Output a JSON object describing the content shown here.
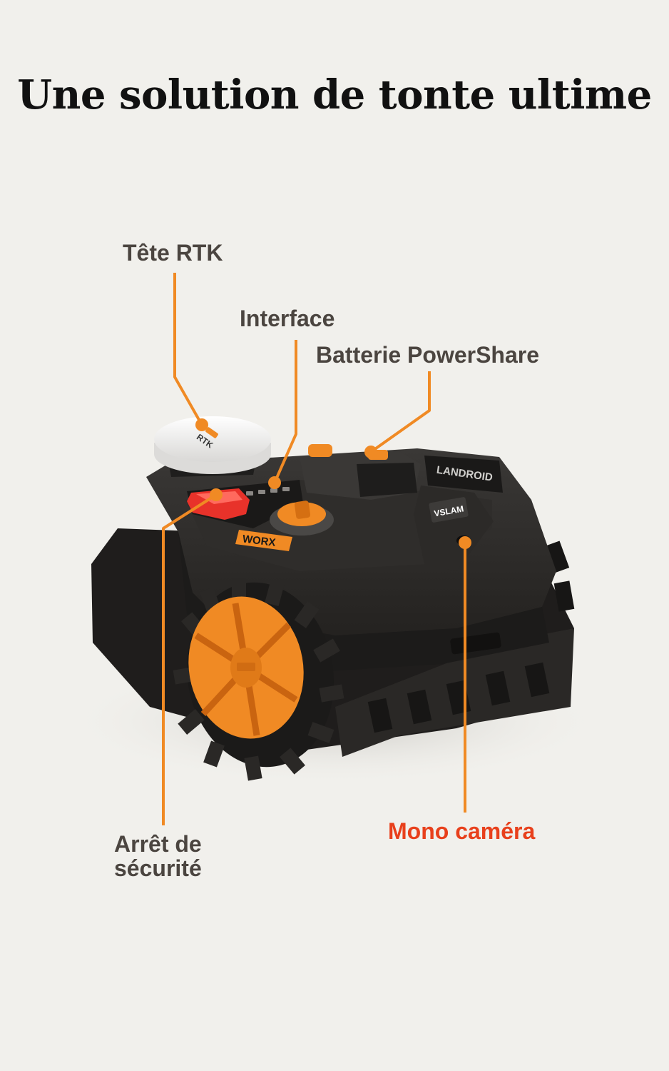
{
  "title": "Une solution de tonte ultime",
  "labels": {
    "rtk": "Tête RTK",
    "interface": "Interface",
    "battery": "Batterie PowerShare",
    "safety_line1": "Arrêt de",
    "safety_line2": "sécurité",
    "camera": "Mono caméra"
  },
  "product_marks": {
    "rtk_cap": "RTK",
    "brand": "WORX",
    "model": "LANDROID",
    "vslam": "VSLAM"
  },
  "colors": {
    "background": "#f1f0ec",
    "accent_orange": "#f08a24",
    "camera_red": "#e8401c",
    "body_dark": "#2a2826"
  }
}
